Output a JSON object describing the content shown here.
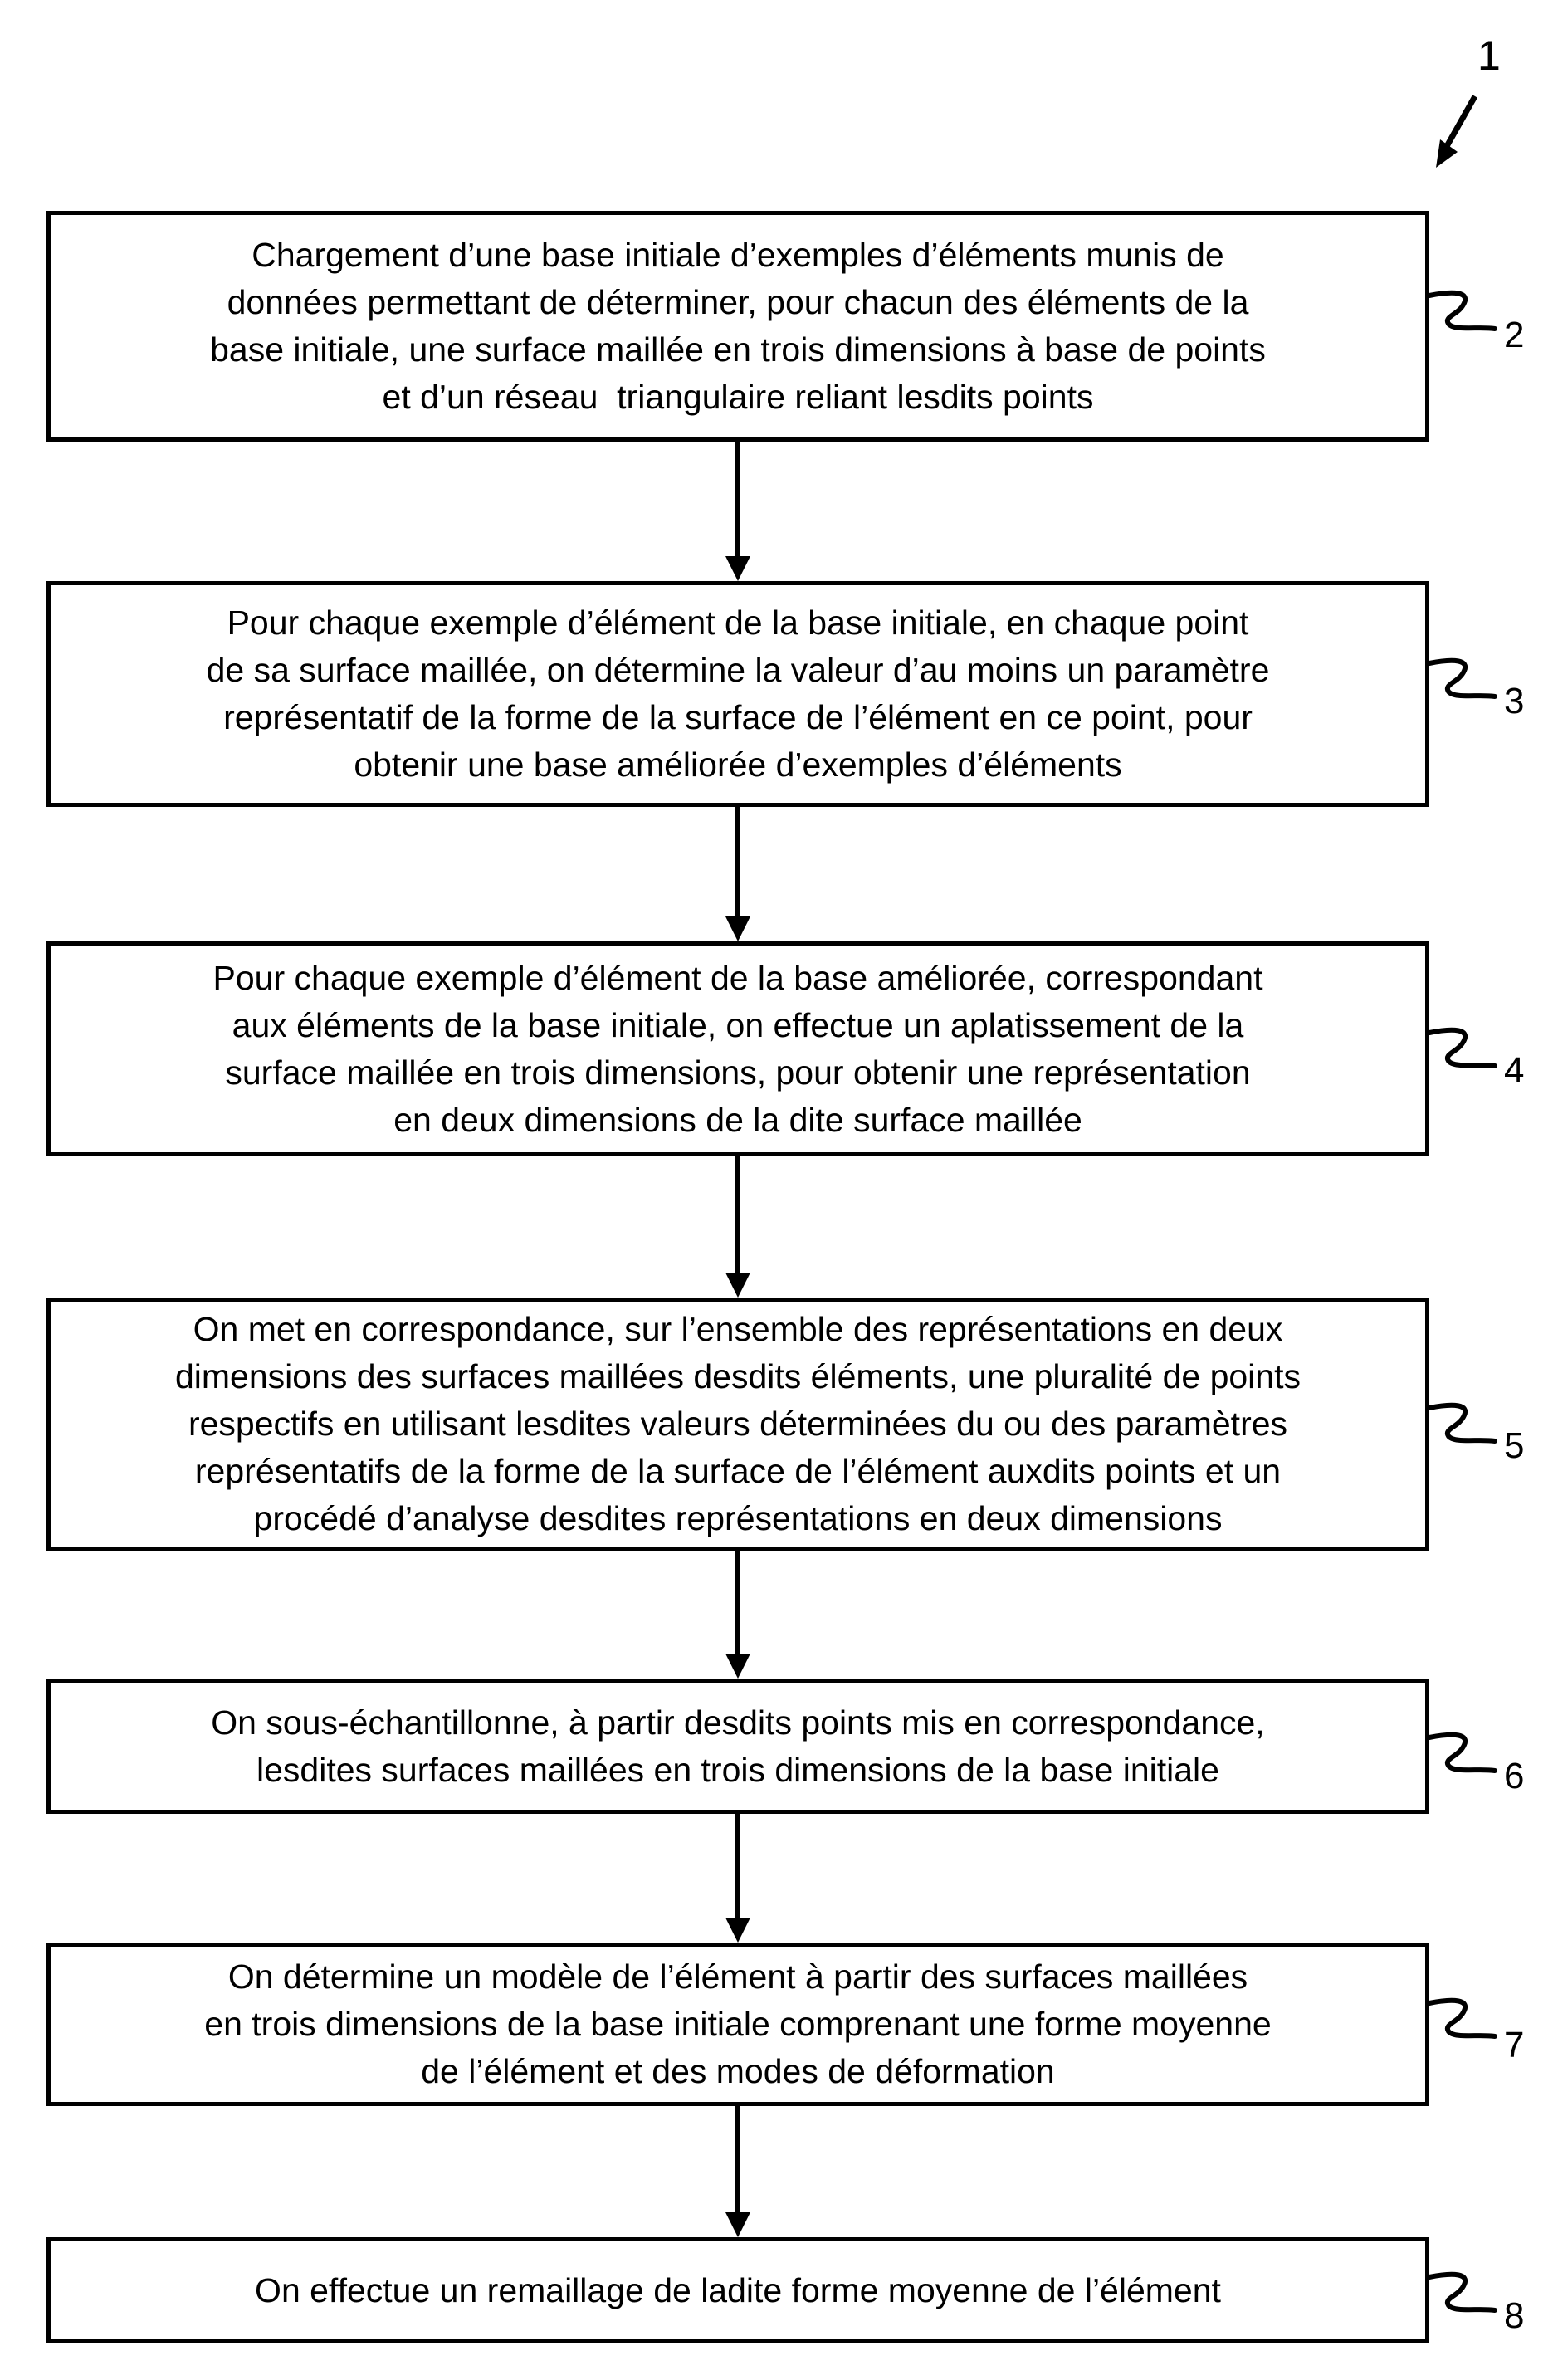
{
  "figure": {
    "reference_label": "1",
    "boxes": [
      {
        "ref": "2",
        "lines": [
          "Chargement d’une base initiale d’exemples d’éléments munis de",
          "données permettant de déterminer, pour chacun des éléments de la",
          "base initiale, une surface maillée en trois dimensions à base de points",
          "et d’un réseau  triangulaire reliant lesdits points"
        ]
      },
      {
        "ref": "3",
        "lines": [
          "Pour chaque exemple d’élément de la base initiale, en chaque point",
          "de sa surface maillée, on détermine la valeur d’au moins un paramètre",
          "représentatif de la forme de la surface de l’élément en ce point, pour",
          "obtenir une base améliorée d’exemples d’éléments"
        ]
      },
      {
        "ref": "4",
        "lines": [
          "Pour chaque exemple d’élément de la base améliorée, correspondant",
          "aux éléments de la base initiale, on effectue un aplatissement de la",
          "surface maillée en trois dimensions, pour obtenir une représentation",
          "en deux dimensions de la dite surface maillée"
        ]
      },
      {
        "ref": "5",
        "lines": [
          "On met en correspondance, sur l’ensemble des représentations en deux",
          "dimensions des surfaces maillées desdits éléments, une pluralité de points",
          "respectifs en utilisant lesdites valeurs déterminées du ou des paramètres",
          "représentatifs de la forme de la surface de l’élément auxdits points et un",
          "procédé d’analyse desdites représentations en deux dimensions"
        ]
      },
      {
        "ref": "6",
        "lines": [
          "On sous-échantillonne, à partir desdits points mis en correspondance,",
          "lesdites surfaces maillées en trois dimensions de la base initiale"
        ]
      },
      {
        "ref": "7",
        "lines": [
          "On détermine un modèle de l’élément à partir des surfaces maillées",
          "en trois dimensions de la base initiale comprenant une forme moyenne",
          "de l’élément et des modes de déformation"
        ]
      },
      {
        "ref": "8",
        "lines": [
          "On effectue un remaillage de ladite forme moyenne de l’élément"
        ]
      }
    ]
  }
}
